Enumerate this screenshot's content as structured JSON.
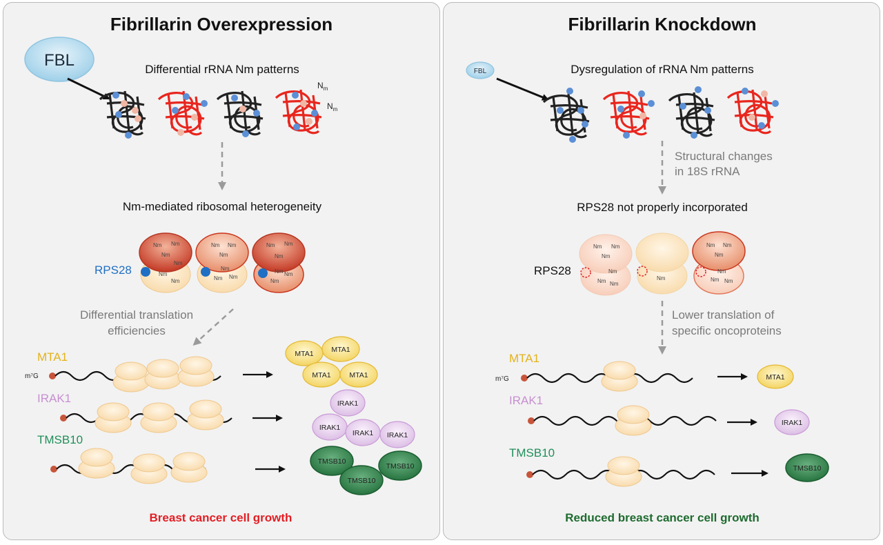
{
  "colors": {
    "panel_bg": "#f2f2f2",
    "rna_black": "#222222",
    "rna_red": "#e8261e",
    "nm_site": "#5b8fd6",
    "nm_site_pink": "#f1b7a5",
    "ribosome_cream": "#fbe3c1",
    "ribosome_red": "#c9361e",
    "rps28_blue": "#1f6fc4",
    "mta1_yellow": "#f5d76e",
    "irak1_purple": "#dcc2e4",
    "tmsb10_green": "#2f8a4c",
    "red_text": "#e31e24",
    "green_text": "#1e6b2f",
    "gene_yellow": "#e3b21a",
    "gene_purple": "#c78fd1",
    "gene_green": "#1f8f5a",
    "gray_text": "#7a7a7a"
  },
  "left": {
    "title": "Fibrillarin Overexpression",
    "fbl": "FBL",
    "rrna_label": "Differential rRNA Nm patterns",
    "nm_label_1": "N",
    "nm_sub": "m",
    "ribosome_label": "Nm-mediated ribosomal heterogeneity",
    "rps28": "RPS28",
    "nm_tag": "Nm",
    "translation_line1": "Differential translation",
    "translation_line2": "efficiencies",
    "m7g": "m⁷G",
    "genes": [
      "MTA1",
      "IRAK1",
      "TMSB10"
    ],
    "proteins": {
      "mta1": [
        "MTA1",
        "MTA1",
        "MTA1",
        "MTA1"
      ],
      "irak1": [
        "IRAK1",
        "IRAK1",
        "IRAK1",
        "IRAK1"
      ],
      "tmsb10": [
        "TMSB10",
        "TMSB10",
        "TMSB10"
      ]
    },
    "outcome": "Breast cancer cell growth"
  },
  "right": {
    "title": "Fibrillarin Knockdown",
    "fbl": "FBL",
    "rrna_label": "Dysregulation of rRNA Nm patterns",
    "structural_line1": "Structural changes",
    "structural_line2": "in 18S rRNA",
    "rps28_status": "RPS28 not properly incorporated",
    "rps28": "RPS28",
    "nm_tag": "Nm",
    "lower_line1": "Lower translation of",
    "lower_line2": "specific oncoproteins",
    "m7g": "m⁷G",
    "genes": [
      "MTA1",
      "IRAK1",
      "TMSB10"
    ],
    "proteins": {
      "mta1": "MTA1",
      "irak1": "IRAK1",
      "tmsb10": "TMSB10"
    },
    "outcome": "Reduced breast cancer cell growth"
  }
}
